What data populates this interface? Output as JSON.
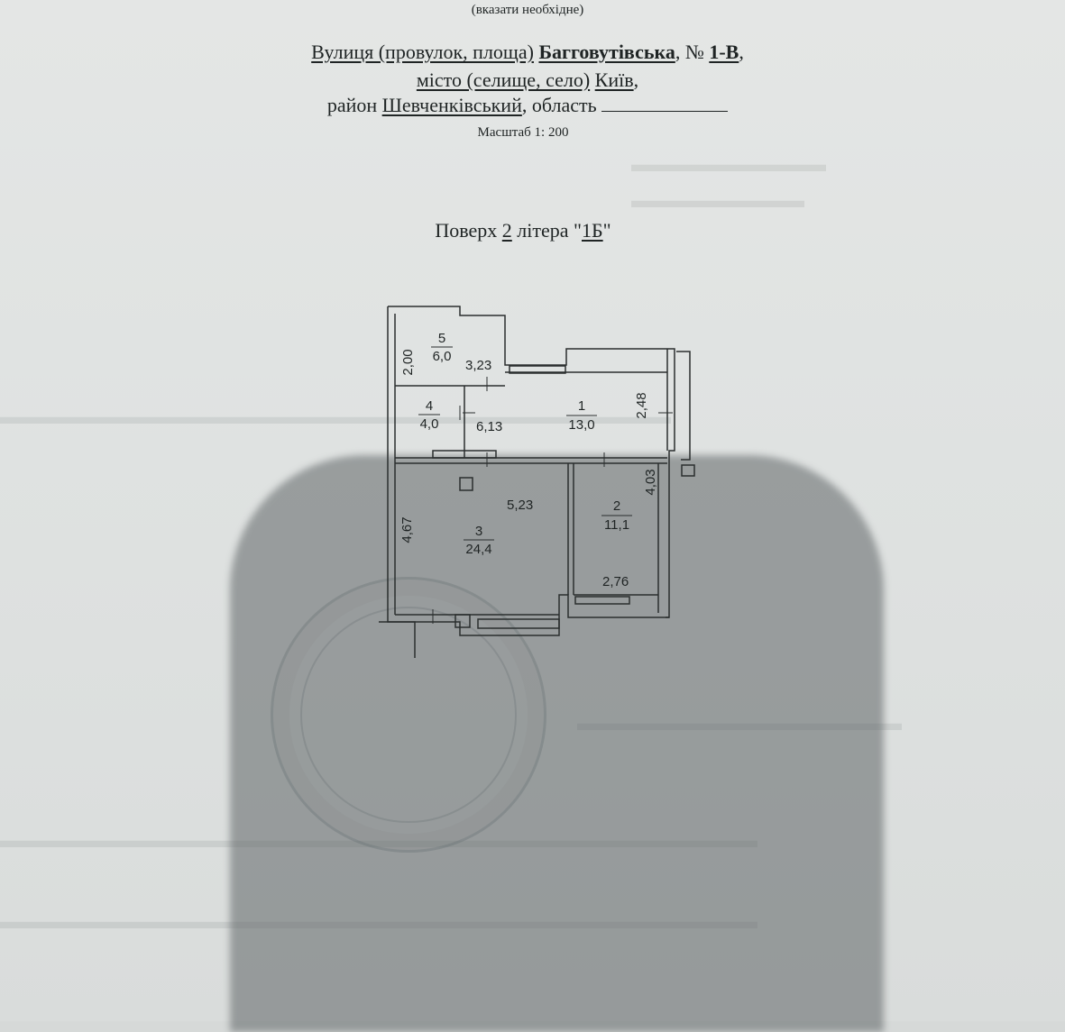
{
  "header": {
    "hint": "(вказати необхідне)",
    "street_prefix": "Вулиця (провулок, площа)",
    "street_name": "Багговутівська",
    "number_prefix": ", №",
    "number": "1-В",
    "city_prefix": "місто (селище, село)",
    "city": "Київ",
    "district_prefix": "район",
    "district": "Шевченківський",
    "region_label": ", область",
    "scale": "Масштаб 1: 200"
  },
  "floor": {
    "prefix": "Поверх",
    "number": "2",
    "middle": "літера \"",
    "letter": "1Б",
    "suffix": "\""
  },
  "plan": {
    "rooms": [
      {
        "id": "5",
        "area": "6,0"
      },
      {
        "id": "4",
        "area": "4,0"
      },
      {
        "id": "1",
        "area": "13,0"
      },
      {
        "id": "3",
        "area": "24,4"
      },
      {
        "id": "2",
        "area": "11,1"
      }
    ],
    "dimensions": [
      "2,00",
      "3,23",
      "2,48",
      "6,13",
      "4,03",
      "5,23",
      "4,67",
      "2,76"
    ]
  }
}
